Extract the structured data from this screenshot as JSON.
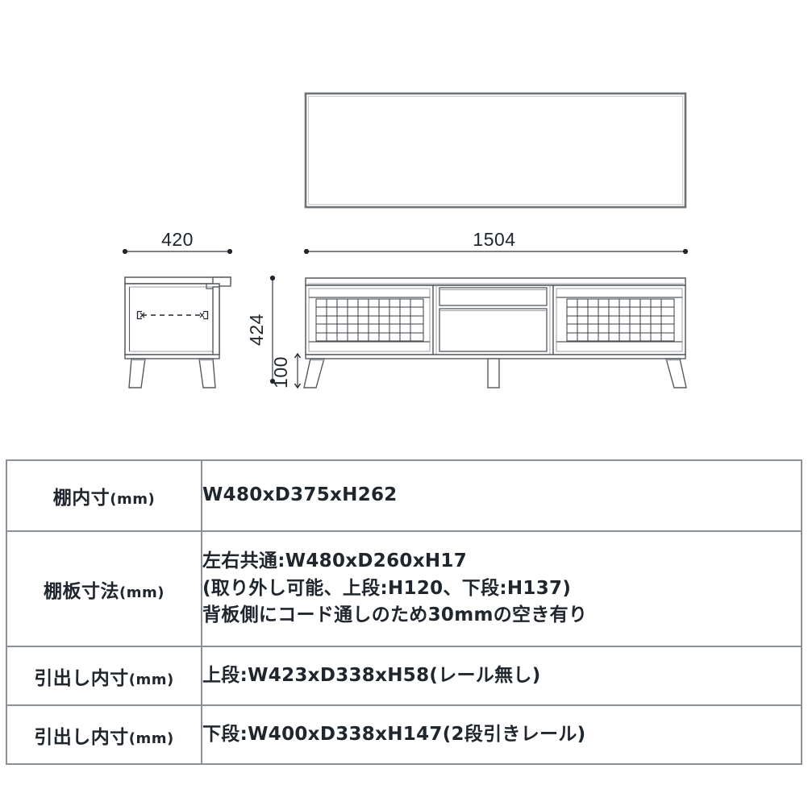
{
  "drawing": {
    "title": "furniture-dimension-drawing",
    "views": {
      "top_plan": "top-plan-view",
      "side_elevation": "side-elevation-view",
      "front_elevation": "front-elevation-view"
    },
    "dimensions": {
      "depth": "420",
      "width": "1504",
      "height": "424",
      "leg_height": "100"
    },
    "colors": {
      "line": "#55595e",
      "line_light": "#8a9097",
      "text": "#20262e",
      "background": "#ffffff"
    }
  },
  "spec_table": {
    "rows": [
      {
        "label": "棚内寸",
        "unit": "(mm)",
        "values": [
          "W480xD375xH262"
        ]
      },
      {
        "label": "棚板寸法",
        "unit": "(mm)",
        "values": [
          "左右共通:W480xD260xH17",
          "(取り外し可能、上段:H120、下段:H137)",
          "背板側にコード通しのため30mmの空き有り"
        ]
      },
      {
        "label": "引出し内寸",
        "unit": "(mm)",
        "values": [
          "上段:W423xD338xH58(レール無し)"
        ]
      },
      {
        "label": "引出し内寸",
        "unit": "(mm)",
        "values": [
          "下段:W400xD338xH147(2段引きレール)"
        ]
      }
    ]
  }
}
